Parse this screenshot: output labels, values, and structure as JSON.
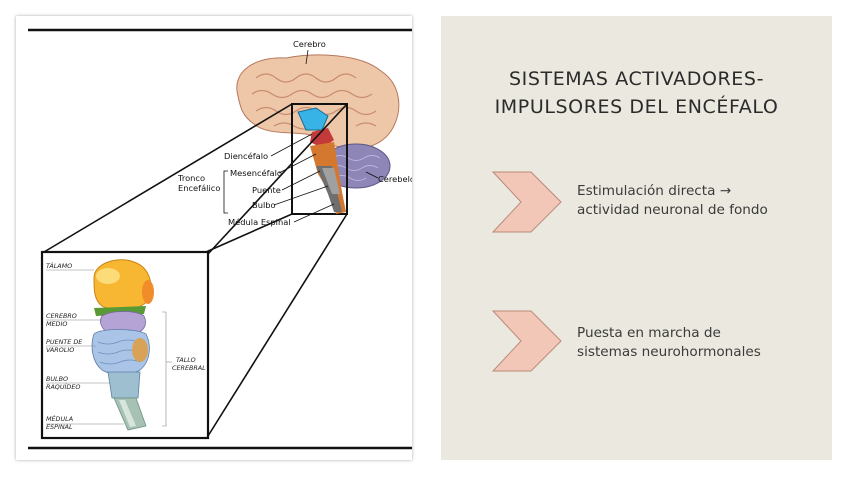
{
  "slide": {
    "title_line1": "SISTEMAS ACTIVADORES-",
    "title_line2": "IMPULSORES DEL ENCÉFALO",
    "points": [
      {
        "line1": "Estimulación directa →",
        "line2": "actividad neuronal de fondo"
      },
      {
        "line1": "Puesta en marcha de",
        "line2": "sistemas neurohormonales"
      }
    ]
  },
  "diagram": {
    "labels": {
      "cerebro": "Cerebro",
      "cerebelo": "Cerebelo",
      "diencefalo": "Diencéfalo",
      "tronco_1": "Tronco",
      "tronco_2": "Encefálico",
      "mesencefalo": "Mesencéfalo",
      "puente": "Puente",
      "bulbo": "Bulbo",
      "medula_espinal": "Médula Espinal",
      "talamo": "TÁLAMO",
      "cerebro_medio_1": "CEREBRO",
      "cerebro_medio_2": "MEDIO",
      "puente_varolio_1": "PUENTE DE",
      "puente_varolio_2": "VAROLIO",
      "bulbo_raquideo_1": "BULBO",
      "bulbo_raquideo_2": "RAQUÍDEO",
      "medula_espinal_caps_1": "MÉDULA",
      "medula_espinal_caps_2": "ESPINAL",
      "tallo_1": "TALLO",
      "tallo_2": "CEREBRAL"
    }
  },
  "colors": {
    "panel_bg": "#ebe8df",
    "chevron_fill": "#f2c7b8",
    "chevron_stroke": "#b98a79",
    "brain": "#eec7a8",
    "thalamus": "#f7b733",
    "brainstem": "#a9c4e6"
  }
}
